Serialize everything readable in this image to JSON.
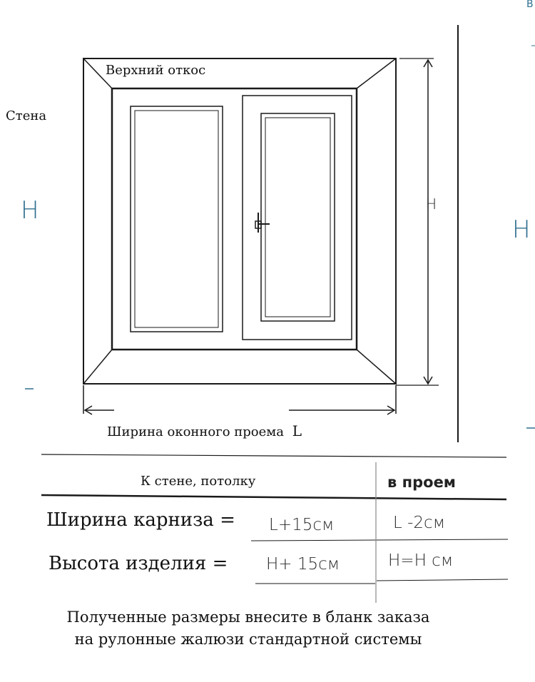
{
  "labels": {
    "top_reveal": "Верхний откос",
    "wall": "Стена",
    "opening_width": "Ширина оконного проема",
    "opening_width_symbol": "L",
    "height_symbol": "H",
    "top_right_mark": "B"
  },
  "table": {
    "header_wall": "К стене,  потолку",
    "header_opening": "в проем",
    "rows": [
      {
        "label": "Ширина карниза =",
        "wall_value": "L+15см",
        "opening_value": "L -2см"
      },
      {
        "label": "Высота изделия =",
        "wall_value": "H+ 15см",
        "opening_value": "H=H см"
      }
    ]
  },
  "note": {
    "line1": "Полученные размеры внесите в бланк заказа",
    "line2": "на рулонные жалюзи стандартной системы"
  },
  "colors": {
    "line": "#1a1a1a",
    "accent_h": "#2f6f8f",
    "table_text": "#2a2a2a"
  }
}
